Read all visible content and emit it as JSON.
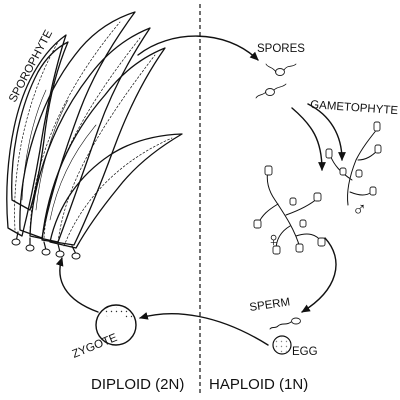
{
  "labels": {
    "sporophyte": "SPOROPHYTE",
    "spores": "SPORES",
    "gametophyte": "GAMETOPHYTE",
    "sperm": "SPERM",
    "egg": "EGG",
    "zygote": "ZYGOTE",
    "diploid": "DIPLOID (2N)",
    "haploid": "HAPLOID (1N)",
    "female_symbol": "♀",
    "male_symbol": "♂"
  },
  "colors": {
    "ink": "#111111",
    "background": "#ffffff"
  }
}
